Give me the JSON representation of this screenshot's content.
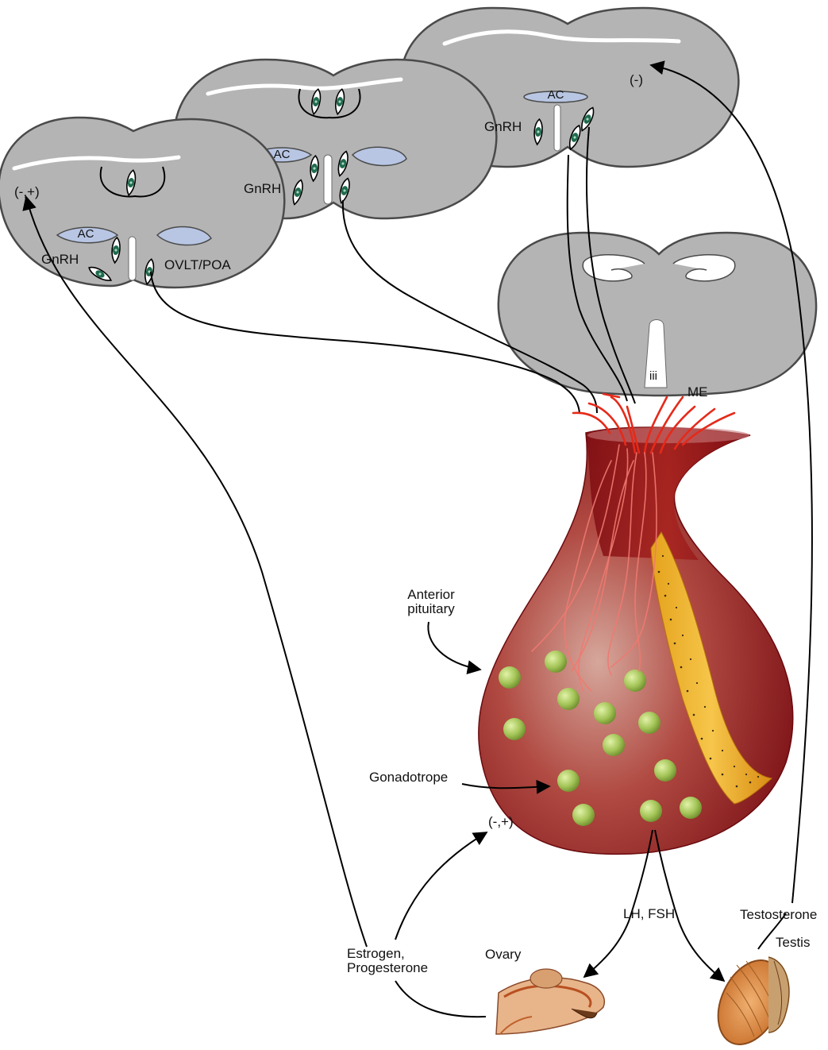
{
  "labels": {
    "feedback_left": "(-,+)",
    "feedback_right": "(-)",
    "feedback_bottom": "(-,+)",
    "ac_1": "AC",
    "ac_2": "AC",
    "ac_3": "AC",
    "gnrh_1": "GnRH",
    "gnrh_2": "GnRH",
    "gnrh_3": "GnRH",
    "ovlt_poa": "OVLT/POA",
    "third_ventricle": "iii",
    "median_eminence": "ME",
    "anterior_pituitary_line1": "Anterior",
    "anterior_pituitary_line2": "pituitary",
    "gonadotrope": "Gonadotrope",
    "lh_fsh": "LH, FSH",
    "testosterone": "Testosterone",
    "testis": "Testis",
    "ovary": "Ovary",
    "estrogen": "Estrogen,",
    "progesterone": "Progesterone"
  },
  "colors": {
    "brain_section": "#b4b4b4",
    "anterior_commissure": "#b8c6e4",
    "pituitary": "#9b1a1a",
    "gonadotrope_cell": "#a9c860",
    "portal_vessels": "#e52a1a",
    "neuron": "#1f6b4e"
  }
}
